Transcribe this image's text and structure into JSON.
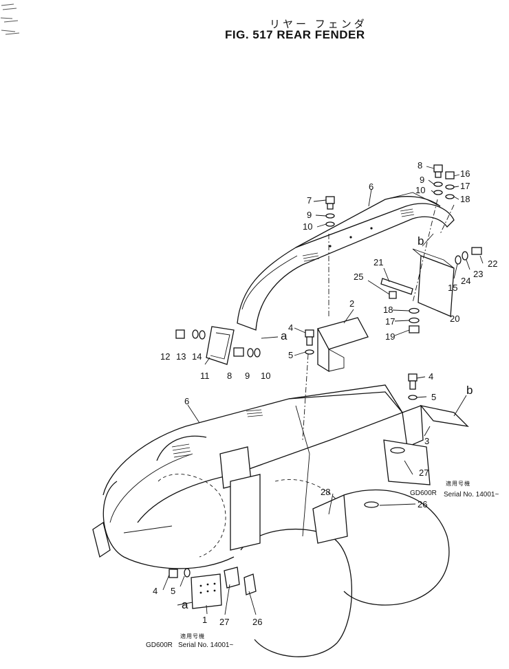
{
  "header": {
    "japanese_title": "リヤー フェンダ",
    "figure_title": "FIG. 517  REAR FENDER"
  },
  "callouts": {
    "n1": "1",
    "n2": "2",
    "n3": "3",
    "n4a": "4",
    "n4b": "4",
    "n4c": "4",
    "n5a": "5",
    "n5b": "5",
    "n5c": "5",
    "n6a": "6",
    "n6b": "6",
    "n7": "7",
    "n8a": "8",
    "n8b": "8",
    "n9a": "9",
    "n9b": "9",
    "n9c": "9",
    "n10a": "10",
    "n10b": "10",
    "n10c": "10",
    "n11": "11",
    "n12": "12",
    "n13": "13",
    "n14": "14",
    "n15": "15",
    "n16": "16",
    "n17a": "17",
    "n17b": "17",
    "n18a": "18",
    "n18b": "18",
    "n19": "19",
    "n20": "20",
    "n21": "21",
    "n22": "22",
    "n23": "23",
    "n24": "24",
    "n25": "25",
    "n26a": "26",
    "n26b": "26",
    "n27a": "27",
    "n27b": "27",
    "n28": "28"
  },
  "detail_letters": {
    "a1": "a",
    "a2": "a",
    "b1": "b",
    "b2": "b"
  },
  "notes": [
    {
      "jp": "適用号機",
      "model": "GD600R",
      "serial": "Serial No. 14001~"
    },
    {
      "jp": "適用号機",
      "model": "GD600R",
      "serial": "Serial No. 14001~"
    }
  ]
}
